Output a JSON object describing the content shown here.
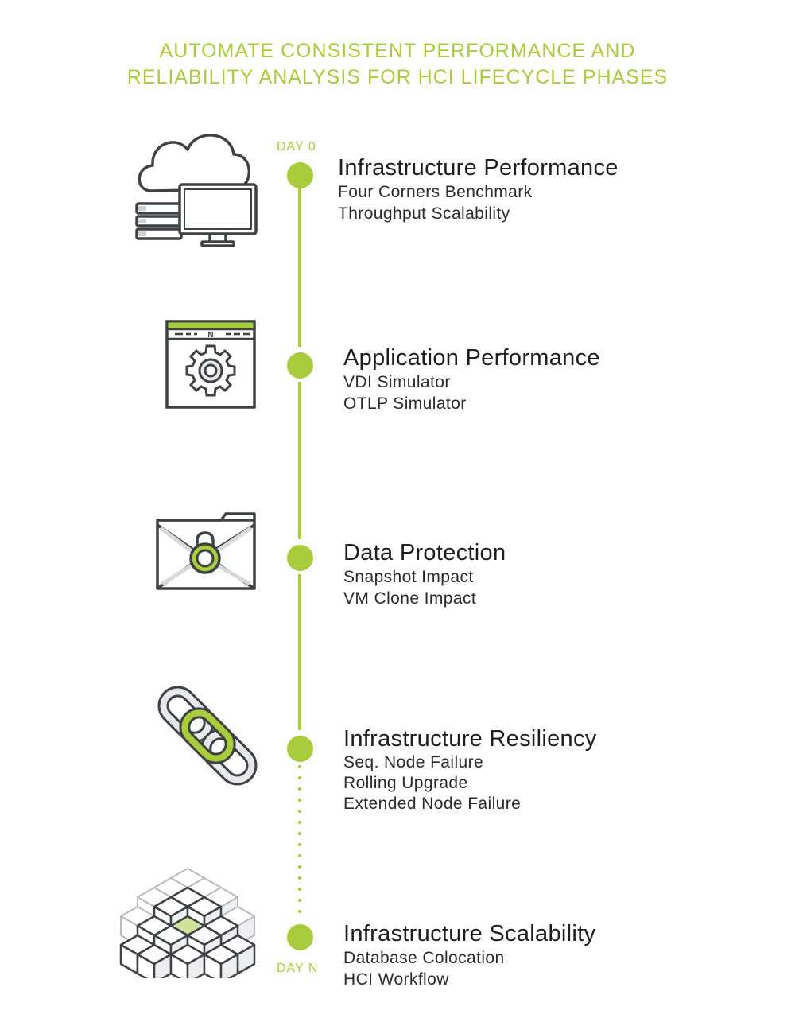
{
  "title": {
    "line1": "AUTOMATE CONSISTENT PERFORMANCE AND",
    "line2": "RELIABILITY ANALYSIS FOR HCI LIFECYCLE PHASES"
  },
  "timeline": {
    "start_label": "DAY 0",
    "end_label": "DAY N",
    "accent_color": "#a9cc3c"
  },
  "phases": [
    {
      "title": "Infrastructure Performance",
      "items": [
        "Four Corners Benchmark",
        "Throughput Scalability"
      ],
      "icon": "cloud-server-monitor-icon"
    },
    {
      "title": "Application Performance",
      "items": [
        "VDI Simulator",
        "OTLP Simulator"
      ],
      "icon": "browser-gear-icon"
    },
    {
      "title": "Data Protection",
      "items": [
        "Snapshot Impact",
        "VM Clone Impact"
      ],
      "icon": "locked-folder-icon"
    },
    {
      "title": "Infrastructure Resiliency",
      "items": [
        "Seq. Node Failure",
        "Rolling Upgrade",
        "Extended Node Failure"
      ],
      "icon": "chain-link-icon"
    },
    {
      "title": "Infrastructure Scalability",
      "items": [
        "Database Colocation",
        "HCI Workflow"
      ],
      "icon": "cube-pyramid-icon"
    }
  ],
  "icon_badge": {
    "label": "N"
  }
}
